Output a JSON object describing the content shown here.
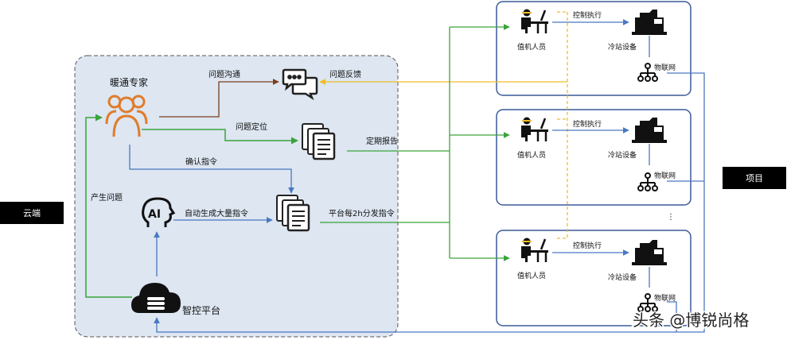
{
  "labels": {
    "cloud": "云端",
    "project": "项目",
    "expert": "暖通专家",
    "issue_comm": "问题沟通",
    "issue_feedback": "问题反馈",
    "issue_locate": "问题定位",
    "periodic_report": "定期报告",
    "confirm_cmd": "确认指令",
    "issue_arise": "产生问题",
    "auto_gen": "自动生成大量指令",
    "dispatch": "平台每2h分发指令",
    "platform": "智控平台",
    "ai": "AI"
  },
  "project_boxes": [
    {
      "operator": "值机人员",
      "control": "控制执行",
      "equipment": "冷站设备",
      "iot": "物联网"
    },
    {
      "operator": "值机人员",
      "control": "控制执行",
      "equipment": "冷站设备",
      "iot": "物联网"
    },
    {
      "operator": "值机人员",
      "control": "控制执行",
      "equipment": "冷站设备",
      "iot": "物联网"
    }
  ],
  "ellipsis": "⋮",
  "watermark": "头条 @博锐尚格",
  "colors": {
    "cloud_bg": "#dde6f1",
    "brown": "#7b3f1d",
    "green": "#3aa33a",
    "blue": "#4a78c0",
    "yellow": "#f0bd2a",
    "box_border": "#3a5a9a",
    "expert_orange": "#e07c2c"
  },
  "icons": [
    "people-icon",
    "chat-icon",
    "document-stack-icon",
    "ai-head-icon",
    "cloud-database-icon",
    "operator-desk-icon",
    "machine-icon",
    "network-tree-icon"
  ]
}
